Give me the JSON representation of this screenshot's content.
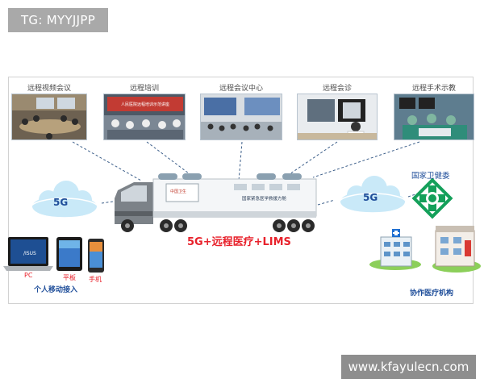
{
  "corner_tag": "TG: MYYJJPP",
  "watermark": "www.kfayulecn.com",
  "photos": [
    {
      "label": "远程视频会议",
      "icon": "video-conference-photo"
    },
    {
      "label": "远程培训",
      "icon": "remote-training-photo",
      "screen_text": "人民医院远程培训示范讲座"
    },
    {
      "label": "远程会议中心",
      "icon": "meeting-center-photo"
    },
    {
      "label": "远程会诊",
      "icon": "remote-consultation-photo"
    },
    {
      "label": "远程手术示教",
      "icon": "surgery-teaching-photo"
    }
  ],
  "cloud_left": "5G",
  "cloud_right": "5G",
  "truck": {
    "trailer_text": "国家紧急医学救援方舱",
    "door_logo": "中国卫生",
    "icon": "medical-truck-icon"
  },
  "main_caption": "5G+远程医疗+LIMS",
  "devices": {
    "pc": "PC",
    "pc_brand": "/ISUS",
    "tablet": "平板",
    "phone": "手机",
    "group_label": "个人移动接入"
  },
  "commission_label": "国家卫健委",
  "institutions_label": "协作医疗机构",
  "colors": {
    "accent_red": "#e8212b",
    "blue_text": "#1f4e9a",
    "cloud_blue": "#bfe4f7",
    "green": "#14a05a"
  }
}
